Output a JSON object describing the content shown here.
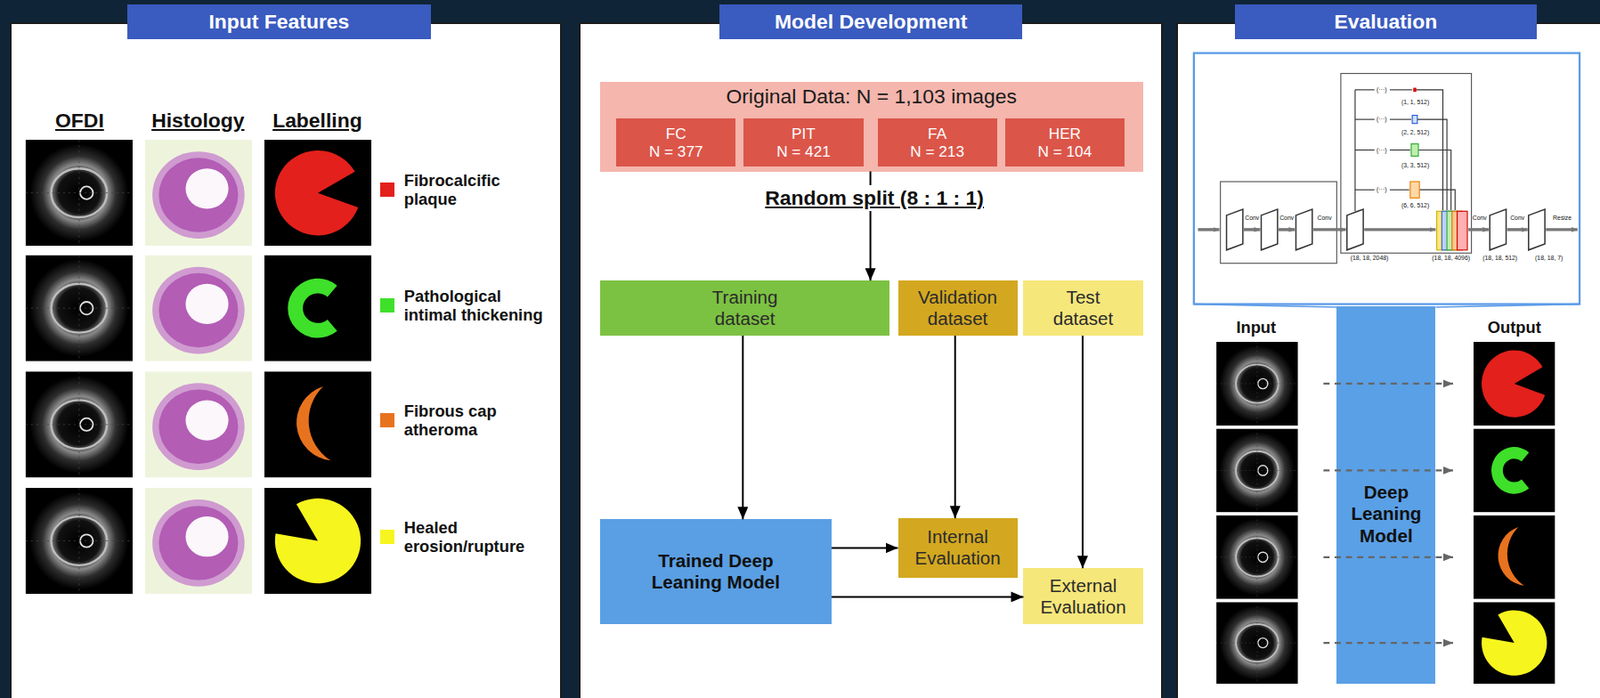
{
  "diagram": {
    "nodes": [
      {
        "text": [
          "Input Features"
        ]
      },
      {
        "text": [
          "Model Development"
        ]
      },
      {
        "text": [
          "Original Data: N = 1,103 images"
        ],
        "in": 1
      },
      {
        "text": [
          "FC",
          "N = 377"
        ],
        "in": 2
      },
      {
        "text": [
          "PIT",
          "N = 421"
        ],
        "in": 2
      },
      {
        "text": [
          "FA",
          "N = 213"
        ],
        "in": 2
      },
      {
        "text": [
          "HER",
          "N = 104"
        ],
        "in": 2
      },
      {
        "text": [
          "Training dataset"
        ],
        "in": 1
      },
      {
        "text": [
          "Validation dataset"
        ],
        "in": 1
      },
      {
        "text": [
          "Test dataset"
        ],
        "in": 1
      },
      {
        "text": [
          "Trained Deep Leaning Model"
        ],
        "in": 1
      },
      {
        "text": [
          "Internal Evaluation"
        ],
        "in": 1
      },
      {
        "text": [
          "External Evaluation"
        ],
        "in": 1
      },
      {
        "text": [
          "Evaluation"
        ]
      },
      {
        "text": [
          "Deep Leaning Model"
        ],
        "in": 13
      }
    ],
    "edges": [
      {
        "from": 2,
        "to": 7,
        "arrow": "to",
        "label": "Random split (8 : 1 : 1)"
      },
      {
        "from": 7,
        "to": 10,
        "arrow": "to"
      },
      {
        "from": 8,
        "to": 11,
        "arrow": "to"
      },
      {
        "from": 9,
        "to": 12,
        "arrow": "to"
      },
      {
        "from": 10,
        "to": 11,
        "arrow": "to"
      },
      {
        "from": 10,
        "to": 12,
        "arrow": "to"
      }
    ],
    "labels": [
      "OFDI",
      "Histology",
      "Labelling",
      "(···)",
      "(1, 1, 512)",
      "(···)",
      "(2, 2, 512)",
      "(···)",
      "(3, 3, 512)",
      "(···)",
      "(6, 6, 512)",
      "Conv",
      "Conv",
      "Conv",
      "(18, 18, 2048)",
      "(18, 18, 4096)",
      "Conv",
      "Conv",
      "Resize",
      "(18, 18, 512)",
      "(18, 18, 7)",
      "Input",
      "Output"
    ],
    "legend": [
      {
        "text": "Fibrocalcific plaque",
        "color": "#e3201b"
      },
      {
        "text": "Pathological intimal thickening",
        "color": "#3ee02a"
      },
      {
        "text": "Fibrous cap atheroma",
        "color": "#e8731e"
      },
      {
        "text": "Healed erosion/rupture",
        "color": "#f7f51e"
      }
    ]
  }
}
